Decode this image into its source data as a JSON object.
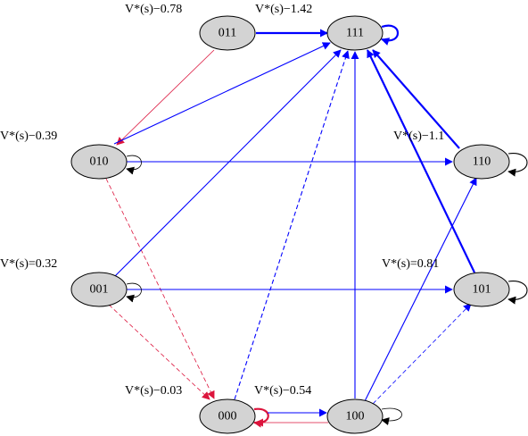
{
  "colors": {
    "blue": "#0000ff",
    "red": "#dc143c",
    "black": "#000000",
    "node_fill": "#d3d3d3"
  },
  "nodes": [
    {
      "id": "011",
      "label": "011",
      "value_label": "V*(s)−0.78"
    },
    {
      "id": "111",
      "label": "111",
      "value_label": "V*(s)−1.42"
    },
    {
      "id": "010",
      "label": "010",
      "value_label": "V*(s)−0.39"
    },
    {
      "id": "110",
      "label": "110",
      "value_label": "V*(s)−1.1"
    },
    {
      "id": "001",
      "label": "001",
      "value_label": "V*(s)=0.32"
    },
    {
      "id": "101",
      "label": "101",
      "value_label": "V*(s)=0.81"
    },
    {
      "id": "000",
      "label": "000",
      "value_label": "V*(s)−0.03"
    },
    {
      "id": "100",
      "label": "100",
      "value_label": "V*(s)−0.54"
    }
  ],
  "edges": [
    {
      "from": "011",
      "to": "111",
      "color": "blue",
      "style": "solid",
      "weight": "bold"
    },
    {
      "from": "111",
      "to": "111",
      "color": "blue",
      "style": "solid",
      "weight": "bold"
    },
    {
      "from": "011",
      "to": "010",
      "color": "red",
      "style": "solid",
      "weight": "thin"
    },
    {
      "from": "010",
      "to": "111",
      "color": "blue",
      "style": "solid",
      "weight": "normal"
    },
    {
      "from": "010",
      "to": "110",
      "color": "blue",
      "style": "solid",
      "weight": "normal"
    },
    {
      "from": "010",
      "to": "010",
      "color": "black",
      "style": "solid",
      "weight": "thin"
    },
    {
      "from": "010",
      "to": "000",
      "color": "red",
      "style": "dashed",
      "weight": "thin"
    },
    {
      "from": "110",
      "to": "110",
      "color": "black",
      "style": "solid",
      "weight": "normal"
    },
    {
      "from": "110",
      "to": "111",
      "color": "blue",
      "style": "solid",
      "weight": "bold"
    },
    {
      "from": "001",
      "to": "111",
      "color": "blue",
      "style": "solid",
      "weight": "normal"
    },
    {
      "from": "001",
      "to": "101",
      "color": "blue",
      "style": "solid",
      "weight": "normal"
    },
    {
      "from": "001",
      "to": "001",
      "color": "black",
      "style": "solid",
      "weight": "thin"
    },
    {
      "from": "001",
      "to": "000",
      "color": "red",
      "style": "dashed",
      "weight": "thin"
    },
    {
      "from": "101",
      "to": "101",
      "color": "black",
      "style": "solid",
      "weight": "normal"
    },
    {
      "from": "101",
      "to": "111",
      "color": "blue",
      "style": "solid",
      "weight": "bold"
    },
    {
      "from": "000",
      "to": "111",
      "color": "blue",
      "style": "dashed",
      "weight": "normal"
    },
    {
      "from": "000",
      "to": "000",
      "color": "red",
      "style": "solid",
      "weight": "bold"
    },
    {
      "from": "000",
      "to": "100",
      "color": "blue",
      "style": "solid",
      "weight": "normal"
    },
    {
      "from": "100",
      "to": "000",
      "color": "red",
      "style": "solid",
      "weight": "thin"
    },
    {
      "from": "100",
      "to": "111",
      "color": "blue",
      "style": "solid",
      "weight": "normal"
    },
    {
      "from": "100",
      "to": "110",
      "color": "blue",
      "style": "solid",
      "weight": "normal"
    },
    {
      "from": "100",
      "to": "101",
      "color": "blue",
      "style": "dashed",
      "weight": "thin"
    },
    {
      "from": "100",
      "to": "100",
      "color": "black",
      "style": "solid",
      "weight": "thin"
    }
  ]
}
